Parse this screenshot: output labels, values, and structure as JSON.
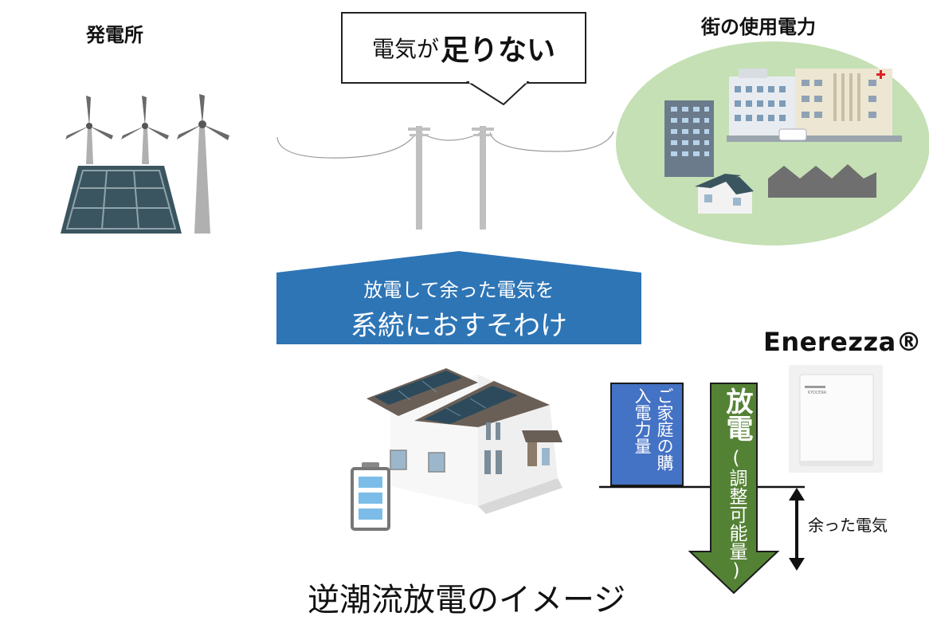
{
  "labels": {
    "power_plant": "発電所",
    "city_power": "街の使用電力",
    "shortage_prefix": "電気が",
    "shortage_emphasis": "足りない",
    "banner_line1": "放電して余った電気を",
    "banner_line2": "系統におすそわけ",
    "brand": "Enerezza®",
    "purchase": "ご家庭の購入電力量",
    "discharge": "放電",
    "discharge_sub": "(調整可能量)",
    "surplus": "余った電気",
    "caption": "逆潮流放電のイメージ",
    "product_logo": "KYOCERA"
  },
  "colors": {
    "banner_blue": "#2e75b6",
    "purchase_blue": "#4472c4",
    "discharge_green": "#548235",
    "city_green": "#c5e0b4",
    "solar_panel": "#3a5560"
  }
}
